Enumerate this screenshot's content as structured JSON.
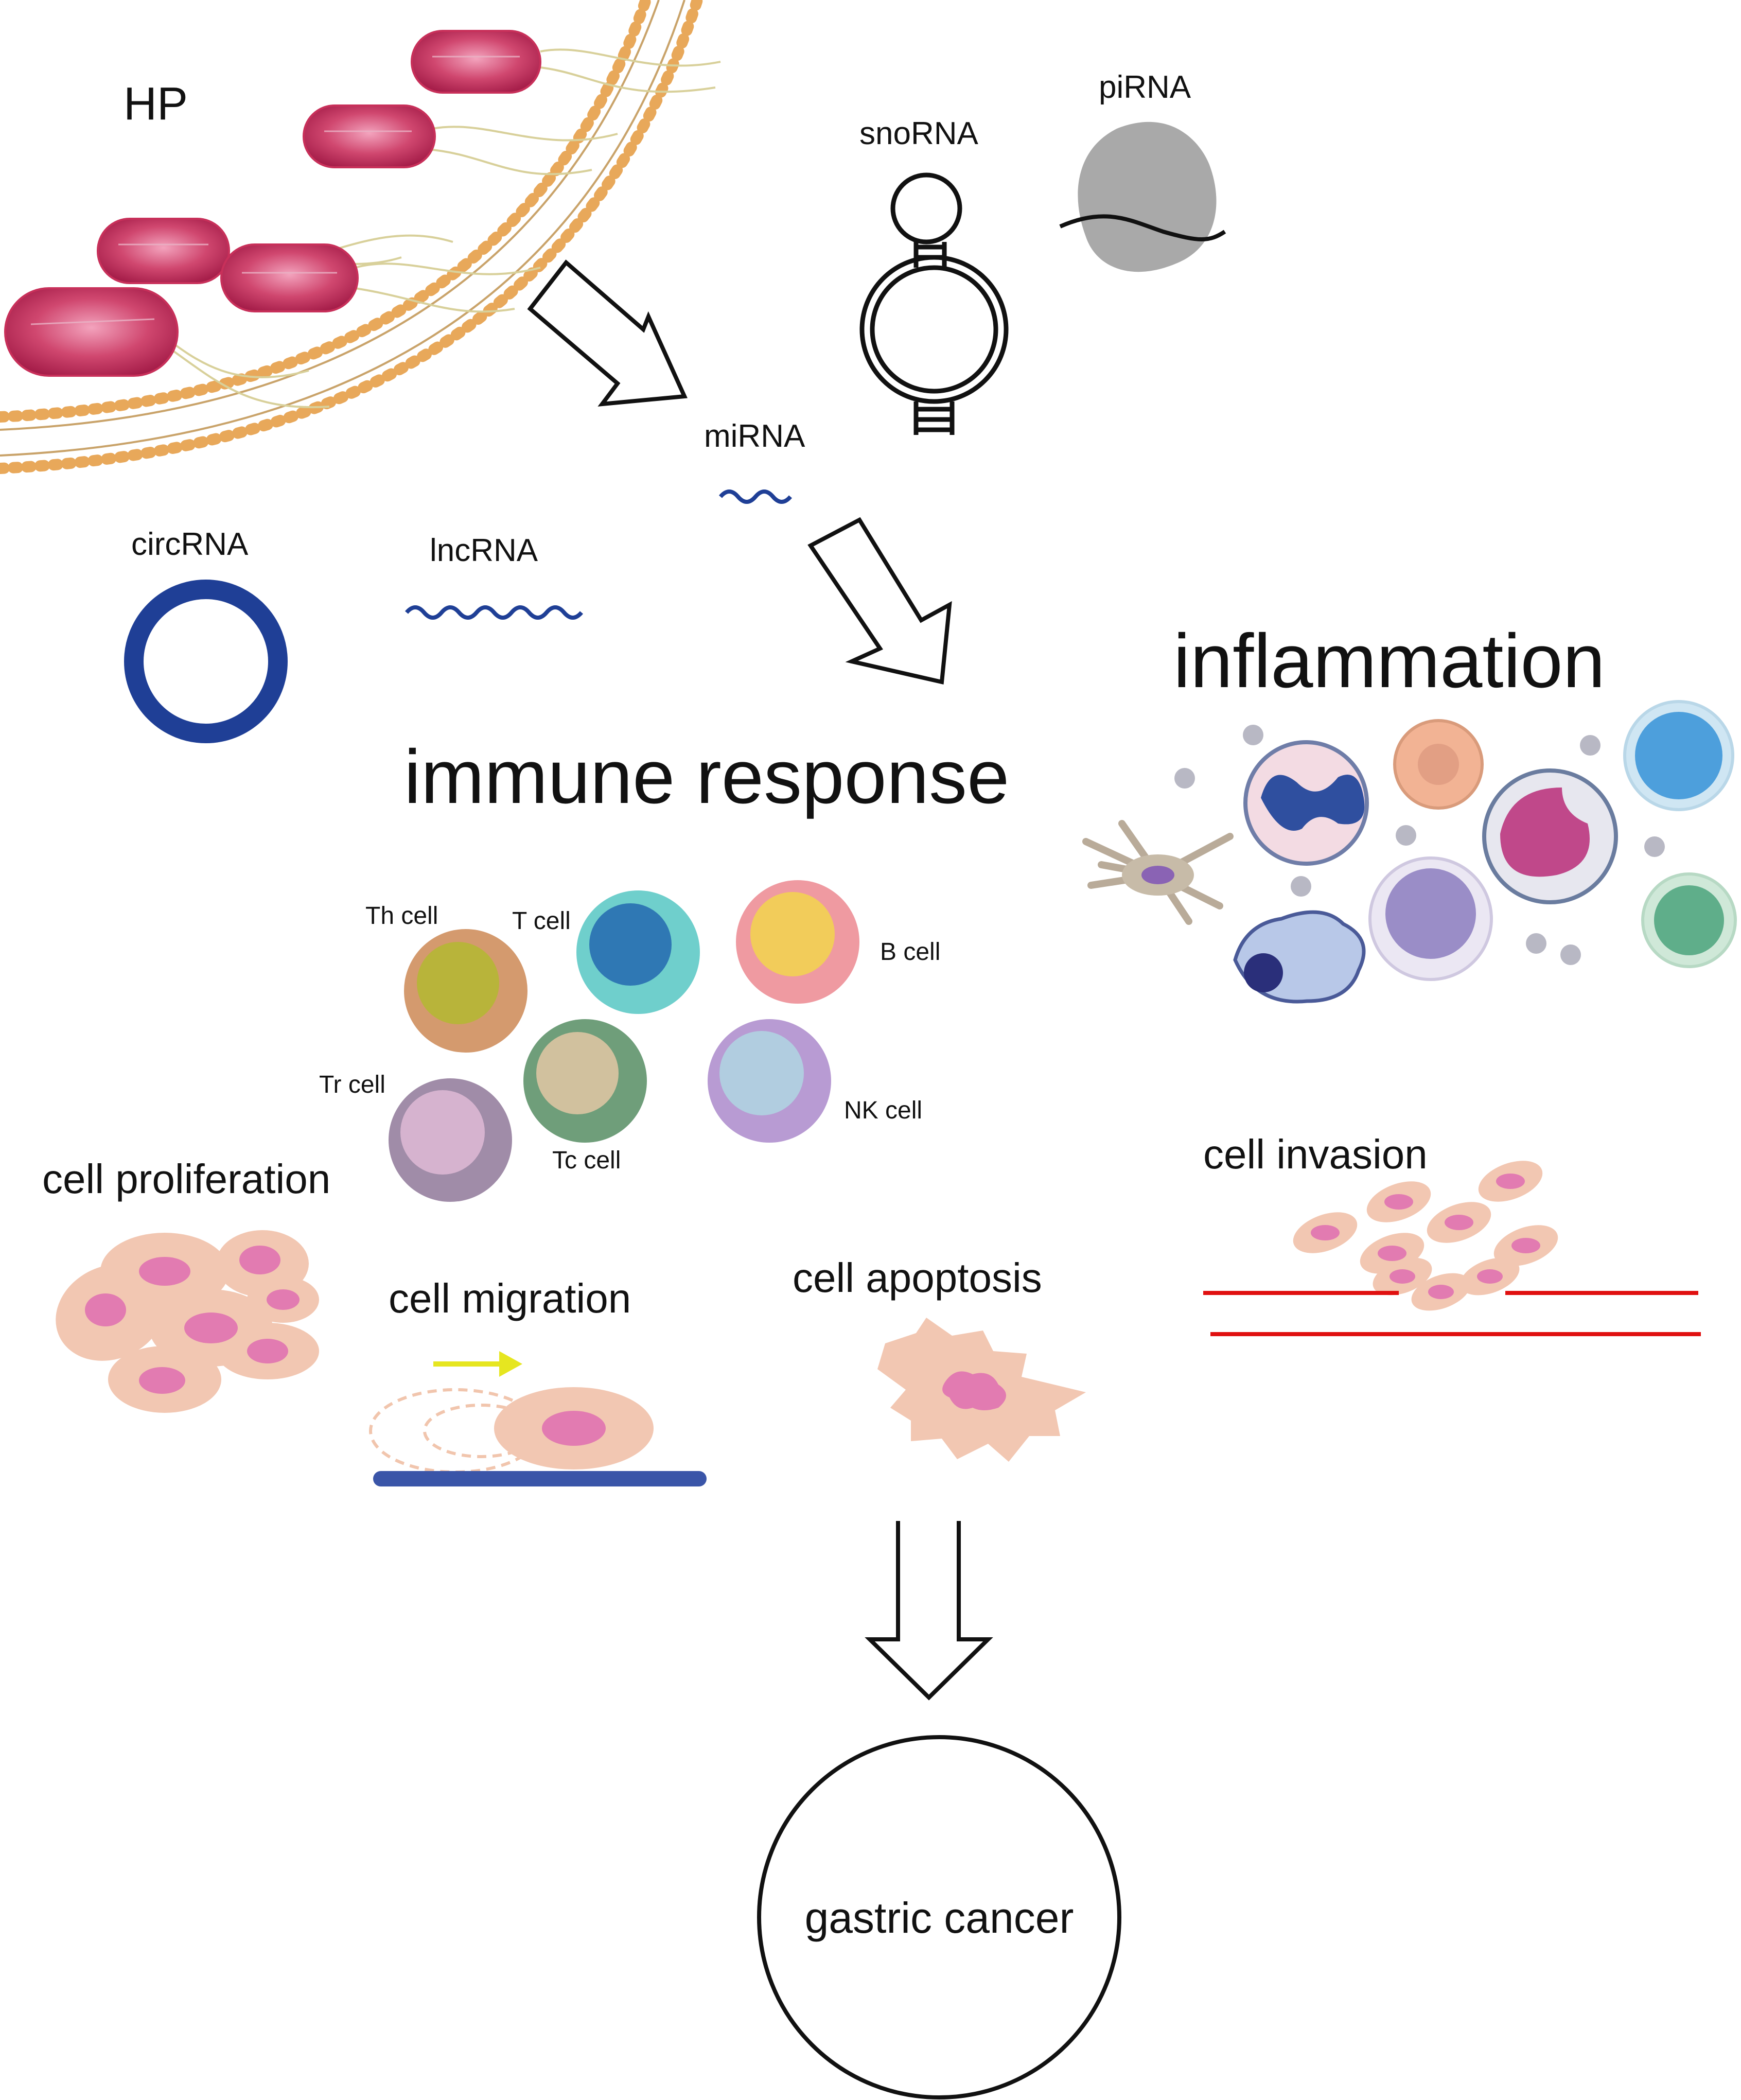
{
  "labels": {
    "hp": "HP",
    "snorna": "snoRNA",
    "pirna": "piRNA",
    "mirna": "miRNA",
    "circrna": "circRNA",
    "lncrna": "lncRNA",
    "inflammation": "inflammation",
    "immune_response": "immune response",
    "cell_proliferation": "cell proliferation",
    "cell_migration": "cell migration",
    "cell_apoptosis": "cell apoptosis",
    "cell_invasion": "cell invasion",
    "gastric_cancer": "gastric cancer"
  },
  "immune_cells": [
    {
      "label": "Th cell"
    },
    {
      "label": "T cell"
    },
    {
      "label": "B cell"
    },
    {
      "label": "Tr cell"
    },
    {
      "label": "Tc cell"
    },
    {
      "label": "NK cell"
    }
  ],
  "colors": {
    "rna_blue": "#1f3f96",
    "membrane_head": "#e8a85a",
    "bacteria": "#c8305a",
    "cell_body": "#f2c7b2",
    "cell_nucleus": "#e27bb1",
    "invasion_line": "#e01010",
    "migration_arrow": "#e6e620",
    "migration_base": "#3a55a8",
    "pirna_fill": "#a9a9a9"
  }
}
